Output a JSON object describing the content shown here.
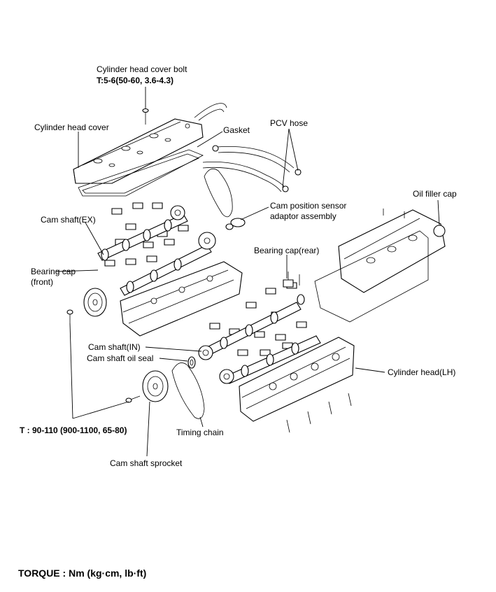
{
  "labels": {
    "cover_bolt": "Cylinder head cover bolt",
    "cover_bolt_torque": "T:5-6(50-60, 3.6-4.3)",
    "head_cover": "Cylinder head cover",
    "gasket": "Gasket",
    "pcv_hose": "PCV hose",
    "oil_filler_cap": "Oil filler cap",
    "cam_sensor_line1": "Cam position sensor",
    "cam_sensor_line2": "adaptor assembly",
    "cam_shaft_ex": "Cam shaft(EX)",
    "bearing_cap_front_line1": "Bearing cap",
    "bearing_cap_front_line2": "(front)",
    "bearing_cap_rear": "Bearing cap(rear)",
    "cam_shaft_in": "Cam shaft(IN)",
    "cam_shaft_oil_seal": "Cam shaft oil seal",
    "cylinder_head_lh": "Cylinder head(LH)",
    "sprocket_torque": "T : 90-110 (900-1100, 65-80)",
    "timing_chain": "Timing chain",
    "cam_shaft_sprocket": "Cam shaft sprocket"
  },
  "footer": {
    "torque_units": "TORQUE : Nm (kg·cm, lb·ft)"
  }
}
